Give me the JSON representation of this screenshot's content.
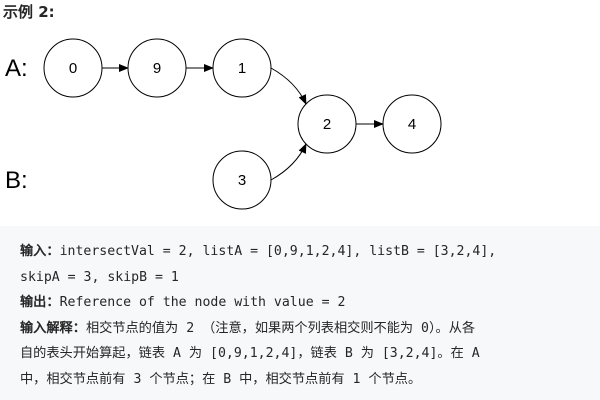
{
  "heading": "示例 2:",
  "diagram": {
    "list_a_label": "A:",
    "list_b_label": "B:",
    "nodes": {
      "a0": "0",
      "a1": "9",
      "a2": "1",
      "b0": "3",
      "shared0": "2",
      "shared1": "4"
    }
  },
  "example": {
    "input_label": "输入：",
    "input_line1": "intersectVal = 2, listA = [0,9,1,2,4], listB = [3,2,4],",
    "input_line2": "skipA = 3, skipB = 1",
    "output_label": "输出：",
    "output_value": "Reference of the node with value = 2",
    "explanation_label": "输入解释：",
    "explanation_line1": "相交节点的值为 2 （注意，如果两个列表相交则不能为 0）。从各",
    "explanation_line2": "自的表头开始算起，链表 A 为 [0,9,1,2,4]，链表 B 为 [3,2,4]。在 A",
    "explanation_line3": "中，相交节点前有 3 个节点；在 B 中，相交节点前有 1 个节点。"
  }
}
